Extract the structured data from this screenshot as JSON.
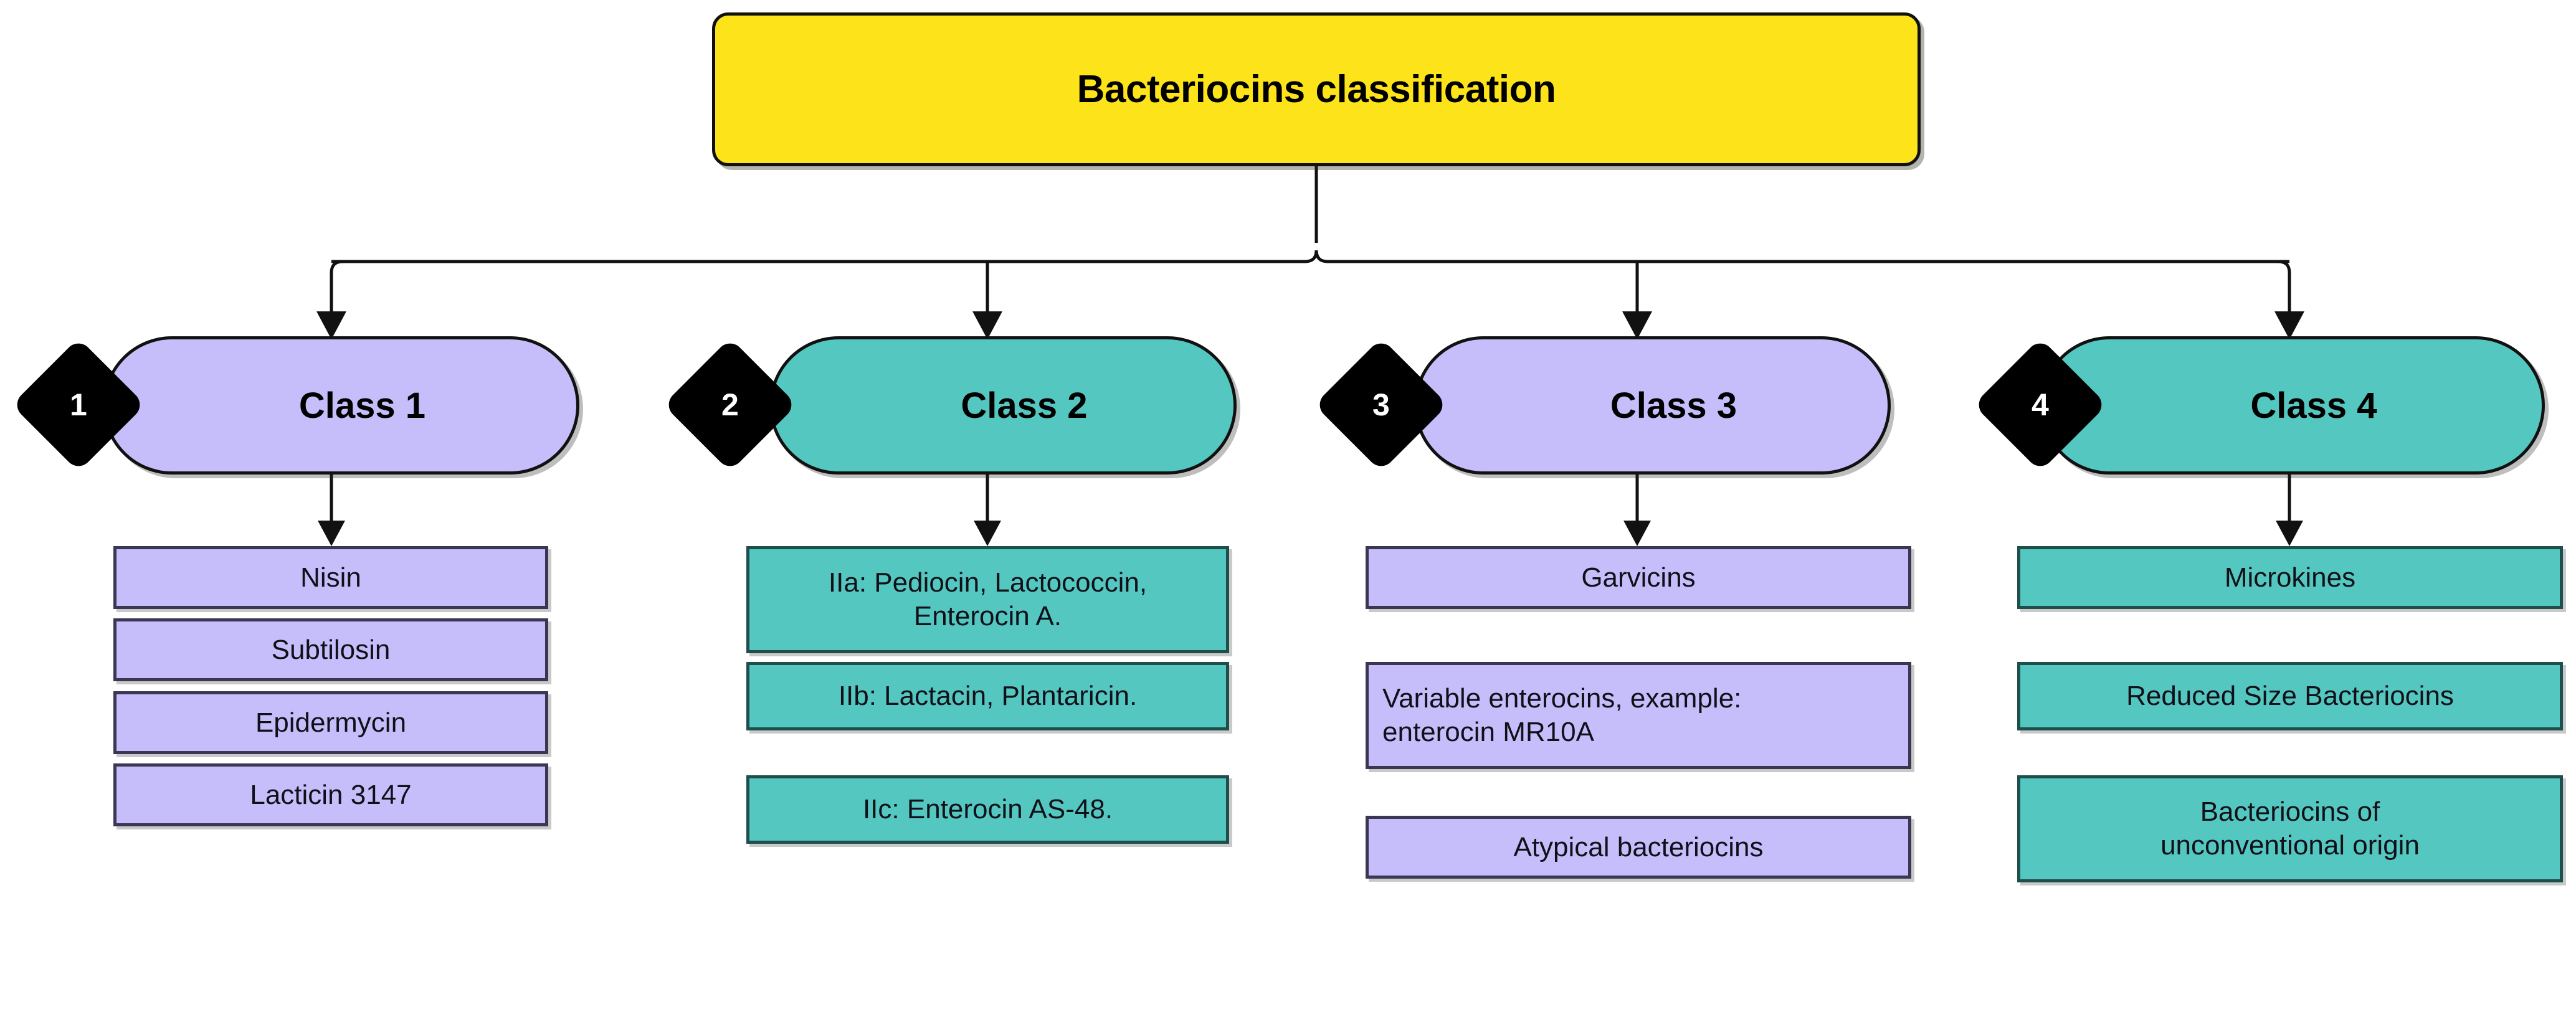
{
  "diagram": {
    "title": "Bacteriocins classification",
    "type": "hierarchical-flowchart",
    "colors": {
      "root_fill": "#FCE31A",
      "purple_fill": "#C6BEFB",
      "teal_fill": "#55C7C1",
      "badge_fill": "#000000",
      "badge_text": "#FFFFFF",
      "stroke": "#111111",
      "background": "#FFFFFF"
    },
    "branches": [
      {
        "badge": "1",
        "label": "Class 1",
        "color": "purple",
        "children": [
          {
            "text": "Nisin",
            "align": "center"
          },
          {
            "text": "Subtilosin",
            "align": "center"
          },
          {
            "text": "Epidermycin",
            "align": "center"
          },
          {
            "text": "Lacticin 3147",
            "align": "center"
          }
        ]
      },
      {
        "badge": "2",
        "label": "Class 2",
        "color": "teal",
        "children": [
          {
            "text": "IIa: Pediocin, Lactococcin,\nEnterocin A.",
            "align": "center"
          },
          {
            "text": "IIb: Lactacin, Plantaricin.",
            "align": "center"
          },
          {
            "text": "IIc: Enterocin AS-48.",
            "align": "center"
          }
        ]
      },
      {
        "badge": "3",
        "label": "Class 3",
        "color": "purple",
        "children": [
          {
            "text": "Garvicins",
            "align": "center"
          },
          {
            "text": "Variable enterocins, example:\nenterocin MR10A",
            "align": "left"
          },
          {
            "text": "Atypical bacteriocins",
            "align": "center"
          }
        ]
      },
      {
        "badge": "4",
        "label": "Class 4",
        "color": "teal",
        "children": [
          {
            "text": "Microkines",
            "align": "center"
          },
          {
            "text": "Reduced Size Bacteriocins",
            "align": "center"
          },
          {
            "text": "Bacteriocins of\nunconventional origin",
            "align": "center"
          }
        ]
      }
    ]
  }
}
